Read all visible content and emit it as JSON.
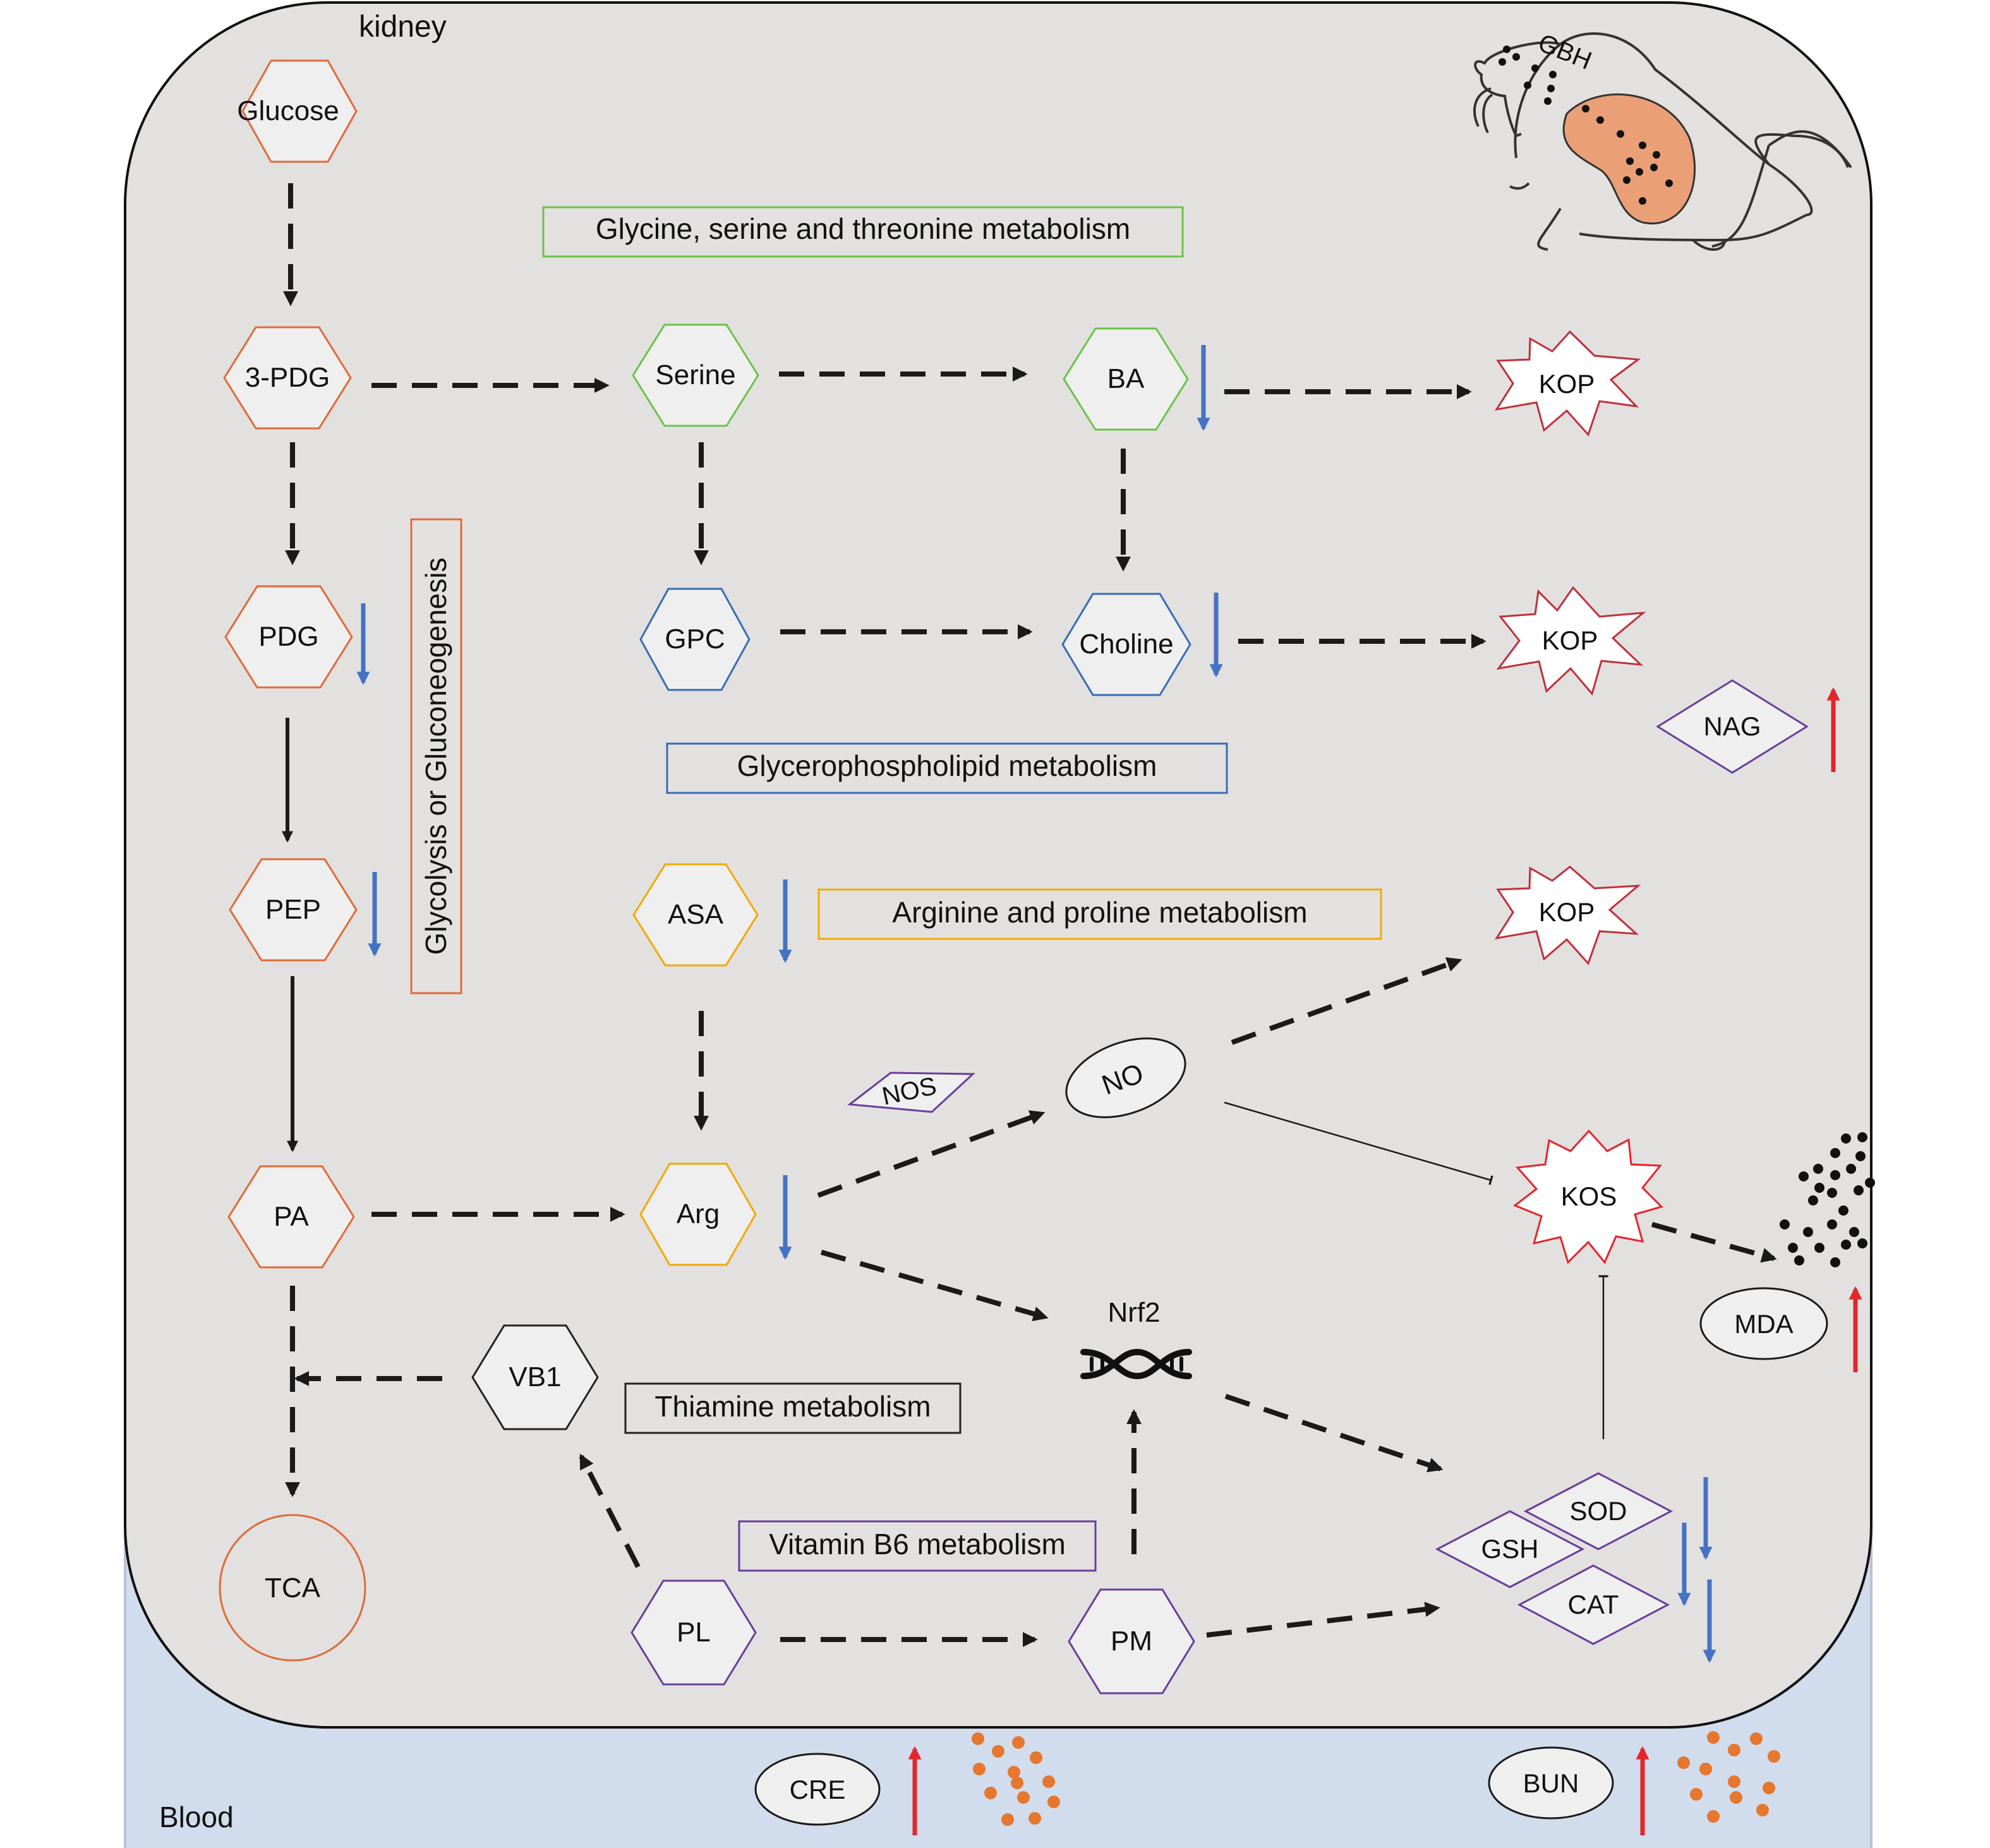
{
  "compartments": {
    "kidney": "kidney",
    "blood": "Blood",
    "organism": "GBH"
  },
  "colors": {
    "kidney_bg": "#e2e1e0",
    "blood_bg": "#d1dcec",
    "glycolysis": "#e06a3a",
    "glycine": "#6cc24a",
    "glycerophospholipid": "#3a6bb5",
    "arginine": "#f2a900",
    "vitamin_b6": "#6a3d9a",
    "thiamine": "#222222",
    "stress": "#c0303a",
    "up_arrow": "#e3262c",
    "down_arrow": "#4472c4",
    "node_fill": "#efefef",
    "kidney_organ": "#eb9f76"
  },
  "pathways": {
    "glycolysis": "Glycolysis or Gluconeogenesis",
    "glycine": "Glycine, serine and threonine metabolism",
    "glycerophospholipid": "Glycerophospholipid metabolism",
    "arginine": "Arginine and proline metabolism",
    "thiamine": "Thiamine metabolism",
    "vitamin_b6": "Vitamin B6 metabolism"
  },
  "nodes": {
    "glucose": "Glucose",
    "pdg3": "3-PDG",
    "pdg": "PDG",
    "pep": "PEP",
    "pa": "PA",
    "tca": "TCA",
    "serine": "Serine",
    "ba": "BA",
    "gpc": "GPC",
    "choline": "Choline",
    "asa": "ASA",
    "arg": "Arg",
    "no": "NO",
    "nos": "NOS",
    "nrf2": "Nrf2",
    "vb1": "VB1",
    "pl": "PL",
    "pm": "PM",
    "kop1": "KOP",
    "kop2": "KOP",
    "kop3": "KOP",
    "kos": "KOS",
    "nag": "NAG",
    "mda": "MDA",
    "gsh": "GSH",
    "sod": "SOD",
    "cat": "CAT",
    "cre": "CRE",
    "bun": "BUN"
  }
}
